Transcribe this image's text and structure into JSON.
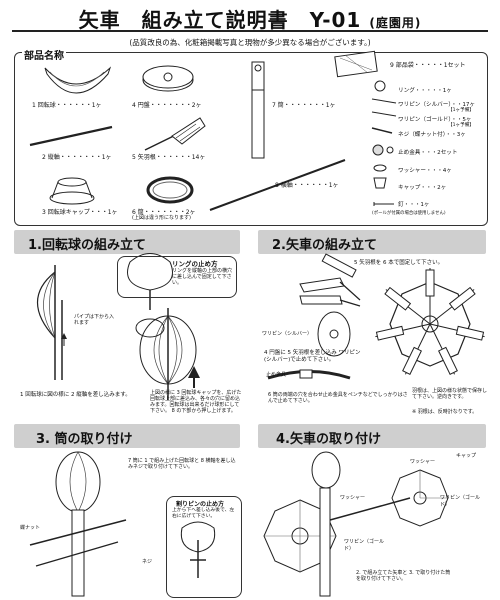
{
  "header": {
    "title_main": "矢車　組み立て説明書　Y-01",
    "title_sub": "(庭園用)",
    "note": "(品質改良の為、化粧箱掲載写真と現物が多少異なる場合がございます。)"
  },
  "parts": {
    "heading": "部品名称",
    "items": [
      "1 回転球・・・・・・1ヶ",
      "2 縦軸・・・・・・・1ヶ",
      "3 回転球キャップ・・・1ヶ",
      "4 円盤・・・・・・・2ヶ",
      "5 矢羽根・・・・・・14ヶ",
      "6 筒・・・・・・・2ヶ",
      "7 筒・・・・・・・1ヶ",
      "8 横軸・・・・・・1ヶ"
    ],
    "tube_note": "(上図は違う形になります)",
    "box9": {
      "heading": "9 部品袋・・・・・1セット",
      "rows": [
        "リング・・・・・1ヶ",
        "ワリピン（シルバー）・・17ヶ",
        "ワリピン（ゴールド）・・5ヶ",
        "ネジ（蝶ナット付）・・3ヶ",
        "止め金具・・・2セット",
        "ワッシャー・・・4ヶ",
        "キャップ・・・2ヶ",
        "釘・・・1ヶ"
      ],
      "tags": [
        "【1ヶ予備】",
        "【1ヶ予備】"
      ],
      "nail_note": "(ポールが付属の場合は使用しません)"
    }
  },
  "sections": [
    {
      "title": "1.回転球の組み立て",
      "ring_heading": "リングの止め方",
      "ring_text": "リングを縦軸の上部の横穴に差し込んで固定して下さい。",
      "pipe_label": "パイプは下から入れます",
      "caption_left": "1 回転球に図の様に 2 縦軸を差し込みます。",
      "caption_right": "上図の様に 3 回転球キャップを、広げた回転球上部に差込み、各々の穴に留め込みます。回転球は出来るだけ球形にして下さい。 8 の下部から押し上げます。"
    },
    {
      "title": "2.矢車の組み立て",
      "top_text": "5 矢羽根を 6 本で固定して下さい。",
      "pin_label": "ワリピン（シルバー）",
      "caption_mid": "4 円盤に 5 矢羽根を差し込み ワリピン(シルバー)で止めて下さい。",
      "clip_label": "止め金具",
      "clip_text": "6 筒の両端の穴を合わせ止め金具をペンチなどでしっかりはさんで止めて下さい。",
      "right_note": "羽根は、上図の様な状態で保存して下さい。逆向きです。",
      "right_note2": "※ 羽根は、反時計なりです。"
    },
    {
      "title": "3. 筒の取り付け",
      "top_text": "7 筒に 1 で組み上げた回転球と 8 横軸を差し込みネジで取り付けて下さい。",
      "bubble_heading": "割りピンの止め方",
      "bubble_text": "上から下へ差し込み後で、左右に広げて下さい。",
      "label_left": "蝶ナット",
      "label_bottom": "ネジ"
    },
    {
      "title": "4.矢車の取り付け",
      "labels": [
        "キャップ",
        "ワッシャー",
        "ワッシャー",
        "ワリピン（ゴールド）",
        "ワリピン（ゴールド）"
      ],
      "caption": "2. で組み立てた矢車と 3. で取り付けた筒を取り付けて下さい。"
    }
  ]
}
